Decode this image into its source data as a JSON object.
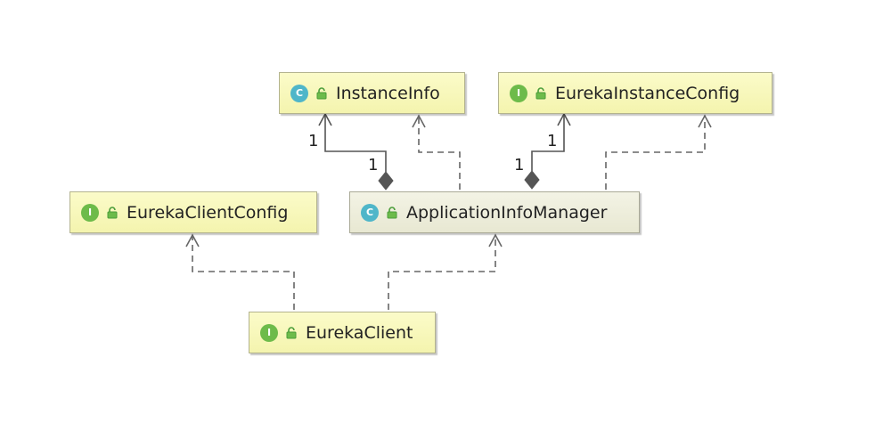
{
  "diagram": {
    "colors": {
      "node_fill": "#f7f7bc",
      "node_border": "#b3b38e",
      "selected_fill": "#eeeedd",
      "class_badge": "#4fb6c9",
      "interface_badge": "#6dbb4a",
      "lock_icon": "#4a9d3a",
      "edge": "#555555"
    },
    "nodes": [
      {
        "id": "instanceinfo",
        "name": "InstanceInfo",
        "kind": "class",
        "kind_letter": "C",
        "icon": "lock-icon"
      },
      {
        "id": "eurekainstanceconfig",
        "name": "EurekaInstanceConfig",
        "kind": "interface",
        "kind_letter": "I",
        "icon": "lock-icon"
      },
      {
        "id": "eurekaclientconfig",
        "name": "EurekaClientConfig",
        "kind": "interface",
        "kind_letter": "I",
        "icon": "lock-icon"
      },
      {
        "id": "applicationinfomanager",
        "name": "ApplicationInfoManager",
        "kind": "class",
        "kind_letter": "C",
        "icon": "lock-icon",
        "selected": true
      },
      {
        "id": "eurekaclient",
        "name": "EurekaClient",
        "kind": "interface",
        "kind_letter": "I",
        "icon": "lock-icon"
      }
    ],
    "edges": [
      {
        "from": "applicationinfomanager",
        "to": "instanceinfo",
        "type": "composition",
        "source_multiplicity": "1",
        "target_multiplicity": "1"
      },
      {
        "from": "applicationinfomanager",
        "to": "instanceinfo",
        "type": "dependency"
      },
      {
        "from": "applicationinfomanager",
        "to": "eurekainstanceconfig",
        "type": "composition",
        "source_multiplicity": "1",
        "target_multiplicity": "1"
      },
      {
        "from": "applicationinfomanager",
        "to": "eurekainstanceconfig",
        "type": "dependency"
      },
      {
        "from": "eurekaclient",
        "to": "eurekaclientconfig",
        "type": "dependency"
      },
      {
        "from": "eurekaclient",
        "to": "applicationinfomanager",
        "type": "dependency"
      }
    ]
  }
}
